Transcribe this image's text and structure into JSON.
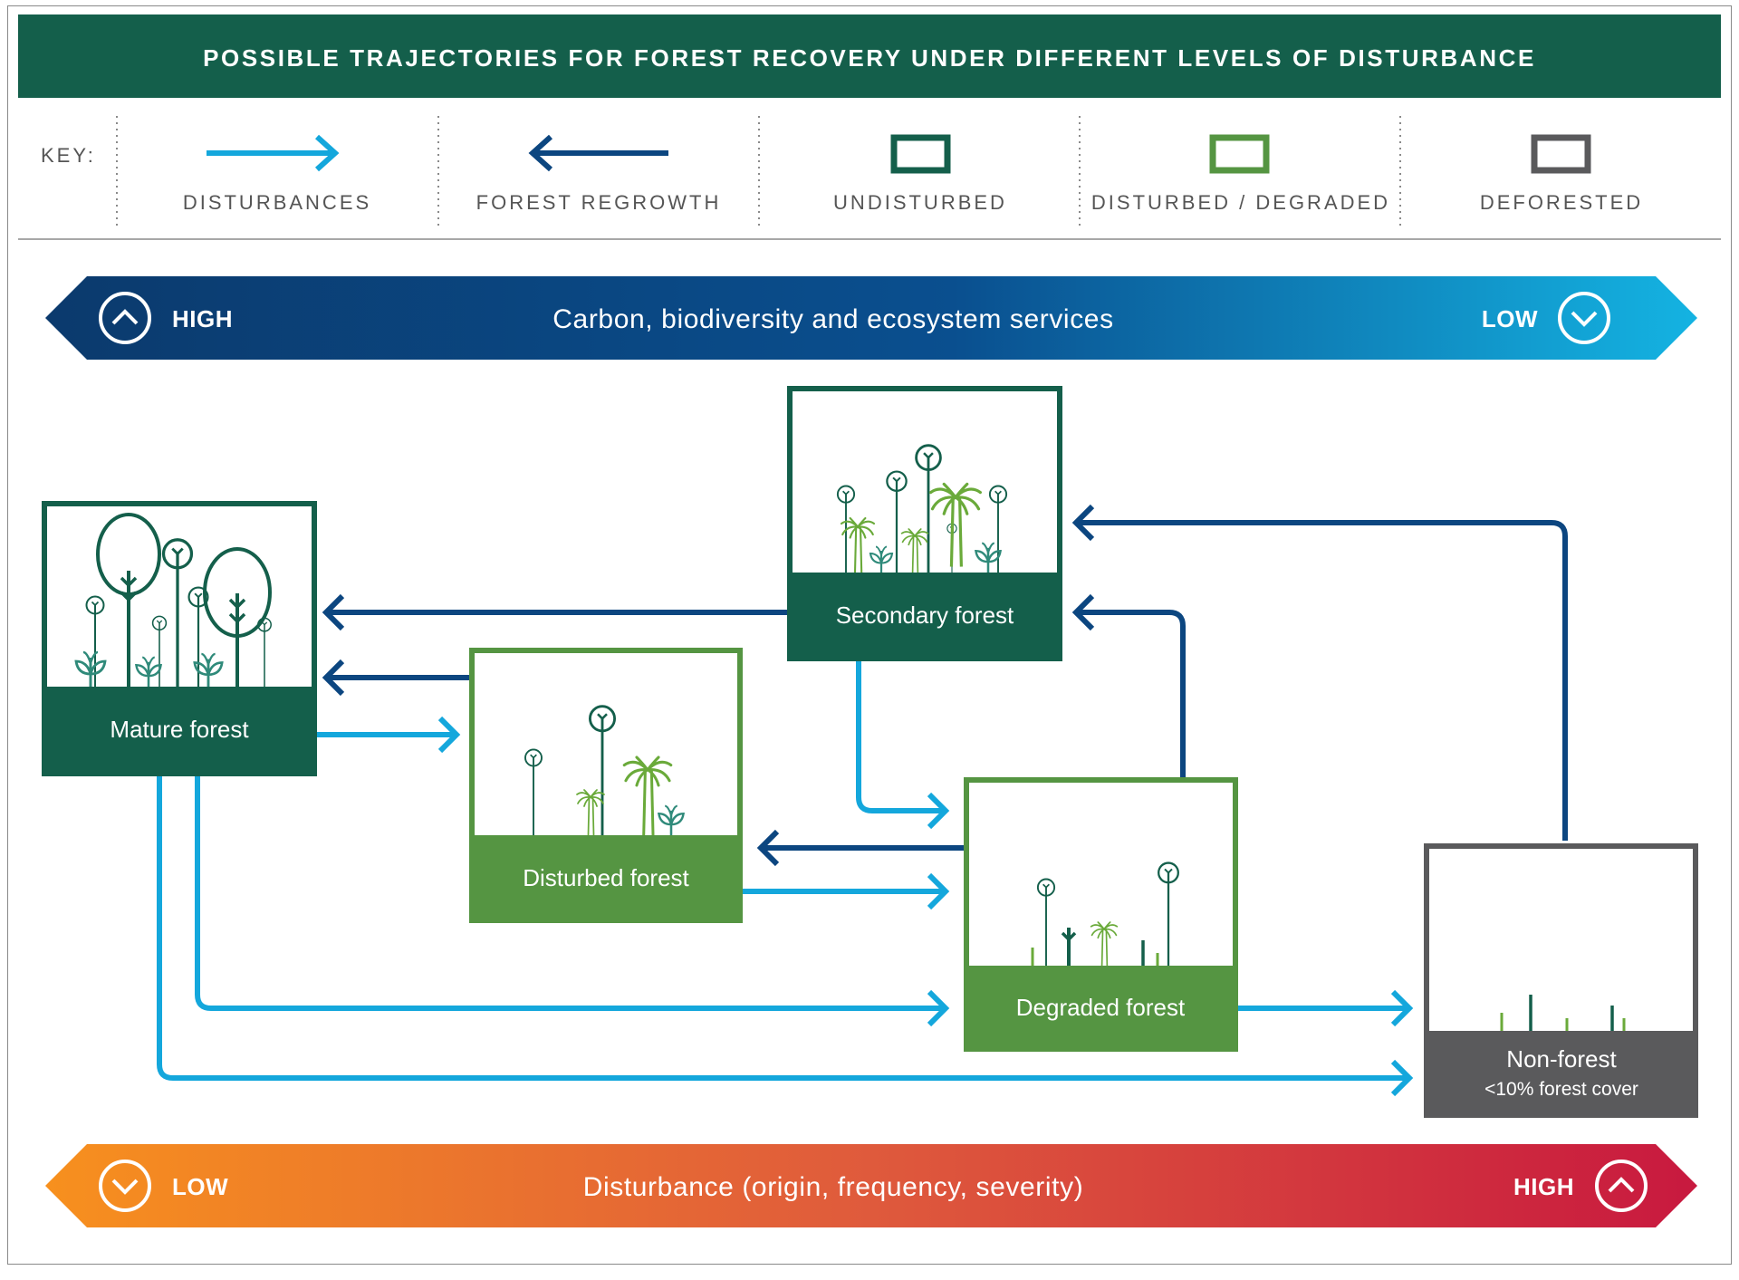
{
  "title": "POSSIBLE TRAJECTORIES FOR FOREST RECOVERY UNDER DIFFERENT LEVELS OF DISTURBANCE",
  "key": {
    "label": "KEY:",
    "items": [
      {
        "label": "DISTURBANCES",
        "icon": "light-blue-right-arrow-icon"
      },
      {
        "label": "FOREST REGROWTH",
        "icon": "dark-blue-left-arrow-icon"
      },
      {
        "label": "UNDISTURBED",
        "icon": "dark-green-square-icon"
      },
      {
        "label": "DISTURBED / DEGRADED",
        "icon": "light-green-square-icon"
      },
      {
        "label": "DEFORESTED",
        "icon": "grey-square-icon"
      }
    ]
  },
  "top_band": {
    "label": "Carbon, biodiversity and ecosystem services",
    "left_label": "HIGH",
    "right_label": "LOW"
  },
  "bottom_band": {
    "label": "Disturbance (origin, frequency, severity)",
    "left_label": "LOW",
    "right_label": "HIGH"
  },
  "boxes": {
    "mature": {
      "label": "Mature forest"
    },
    "secondary": {
      "label": "Secondary forest"
    },
    "disturbed": {
      "label": "Disturbed forest"
    },
    "degraded": {
      "label": "Degraded forest"
    },
    "nonforest": {
      "label": "Non-forest",
      "sublabel": "<10% forest cover"
    }
  },
  "colors": {
    "undisturbed": "#145f4b",
    "disturbed": "#559542",
    "deforested": "#5a5a5c",
    "disturbance_arrow": "#14a7dc",
    "regrowth_arrow": "#0c4680",
    "title_bar": "#145f4b"
  }
}
